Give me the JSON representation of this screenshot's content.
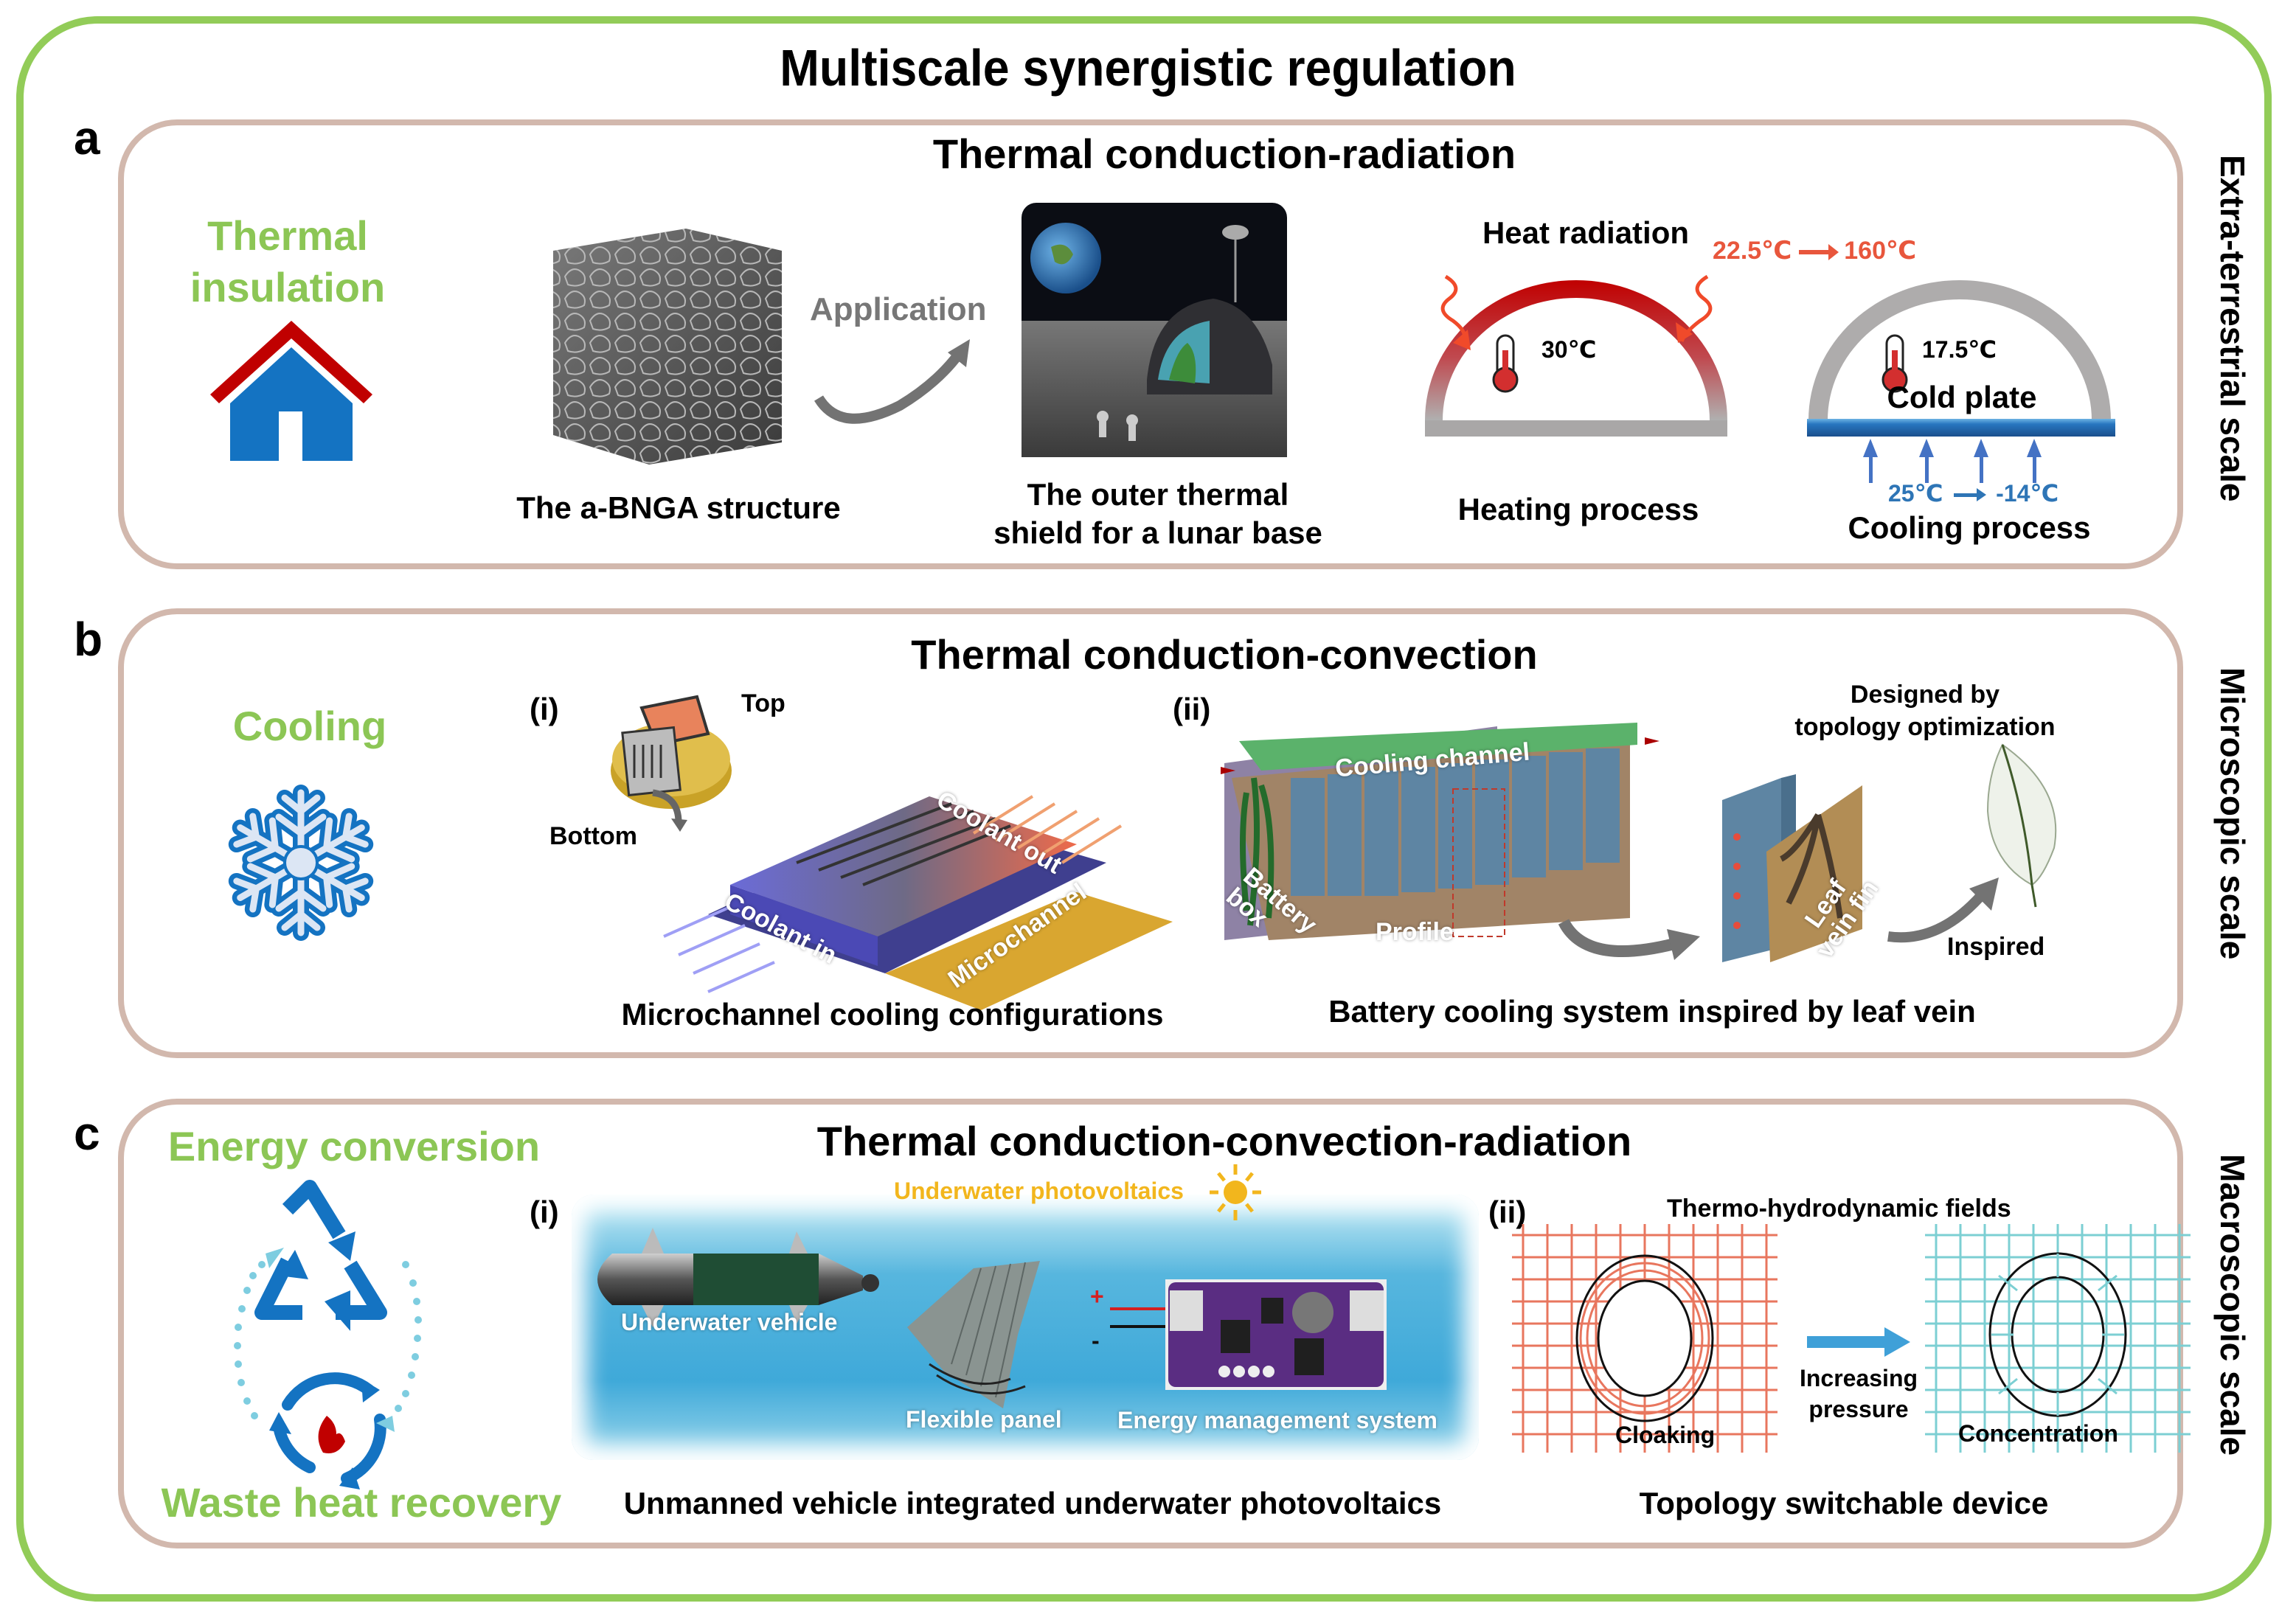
{
  "title": "Multiscale synergistic regulation",
  "colors": {
    "outer_border": "#92cc58",
    "panel_border": "#d2b8ad",
    "accent_green": "#8cc655",
    "icon_blue": "#1473c2",
    "heat_red": "#c00000",
    "temp_orange": "#e8563c",
    "cool_blue": "#2e75b6",
    "pv_yellow": "#f2b61d"
  },
  "panels": {
    "a": {
      "letter": "a",
      "title": "Thermal conduction-radiation",
      "scale_label": "Extra-terrestrial scale",
      "function_label": "Thermal insulation",
      "function_icon": "house-icon",
      "structure_caption": "The a-BNGA structure",
      "arrow_label": "Application",
      "lunar_caption_line1": "The outer thermal",
      "lunar_caption_line2": "shield for a lunar base",
      "heating": {
        "label": "Heat radiation",
        "external_temp": "22.5℃",
        "external_temp_to": "160℃",
        "internal_temp": "30℃",
        "caption": "Heating process"
      },
      "cooling": {
        "internal_temp": "17.5℃",
        "plate_label": "Cold plate",
        "temp_from": "25℃",
        "temp_to": "-14℃",
        "caption": "Cooling process"
      }
    },
    "b": {
      "letter": "b",
      "title": "Thermal conduction-convection",
      "scale_label": "Microscopic scale",
      "function_label": "Cooling",
      "function_icon": "snowflake-icon",
      "sub_i": {
        "marker": "(i)",
        "top_label": "Top",
        "bottom_label": "Bottom",
        "coolant_out": "Coolant out",
        "coolant_in": "Coolant in",
        "microchannel": "Microchannel",
        "caption": "Microchannel cooling configurations"
      },
      "sub_ii": {
        "marker": "(ii)",
        "cooling_channel": "Cooling channel",
        "battery_box": "Battery box",
        "profile": "Profile",
        "leaf_vein_fin": "Leaf vein fin",
        "designed_by_line1": "Designed by",
        "designed_by_line2": "topology optimization",
        "inspired": "Inspired",
        "caption": "Battery cooling system inspired by leaf vein"
      }
    },
    "c": {
      "letter": "c",
      "title": "Thermal conduction-convection-radiation",
      "scale_label": "Macroscopic scale",
      "function_label_top": "Energy conversion",
      "function_label_bottom": "Waste heat recovery",
      "sub_i": {
        "marker": "(i)",
        "pv_label": "Underwater photovoltaics",
        "vehicle": "Underwater vehicle",
        "panel": "Flexible panel",
        "ems": "Energy management system",
        "plus": "+",
        "minus": "-",
        "caption": "Unmanned vehicle integrated underwater photovoltaics"
      },
      "sub_ii": {
        "marker": "(ii)",
        "fields_label": "Thermo-hydrodynamic fields",
        "cloaking": "Cloaking",
        "pressure_line1": "Increasing",
        "pressure_line2": "pressure",
        "concentration": "Concentration",
        "caption": "Topology switchable device"
      }
    }
  }
}
